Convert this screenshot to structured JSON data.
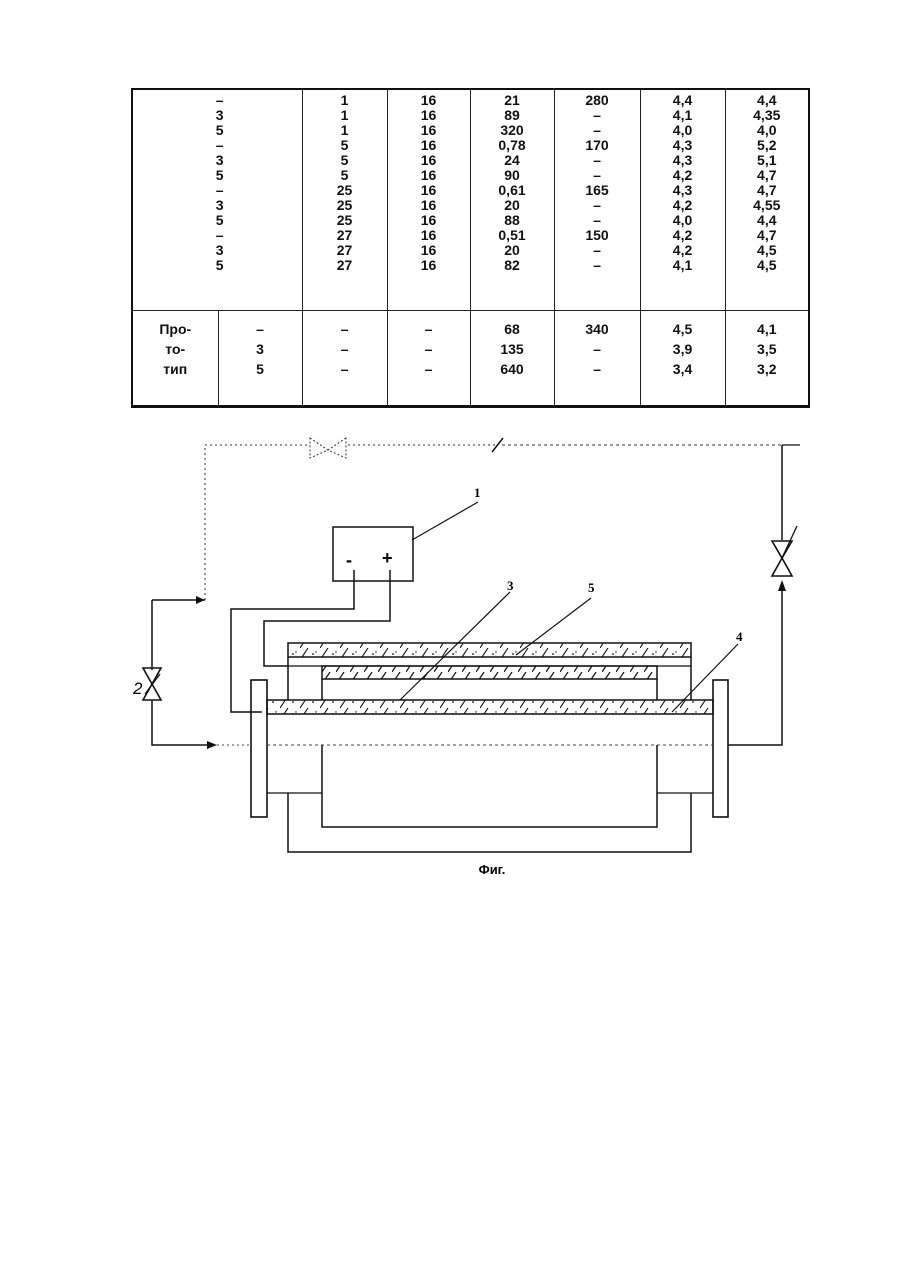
{
  "table": {
    "main_rows": [
      [
        "–",
        "1",
        "16",
        "21",
        "280",
        "4,4",
        "4,4"
      ],
      [
        "3",
        "1",
        "16",
        "89",
        "–",
        "4,1",
        "4,35"
      ],
      [
        "5",
        "1",
        "16",
        "320",
        "–",
        "4,0",
        "4,0"
      ],
      [
        "–",
        "5",
        "16",
        "0,78",
        "170",
        "4,3",
        "5,2"
      ],
      [
        "3",
        "5",
        "16",
        "24",
        "–",
        "4,3",
        "5,1"
      ],
      [
        "5",
        "5",
        "16",
        "90",
        "–",
        "4,2",
        "4,7"
      ],
      [
        "–",
        "25",
        "16",
        "0,61",
        "165",
        "4,3",
        "4,7"
      ],
      [
        "3",
        "25",
        "16",
        "20",
        "–",
        "4,2",
        "4,55"
      ],
      [
        "5",
        "25",
        "16",
        "88",
        "–",
        "4,0",
        "4,4"
      ],
      [
        "–",
        "27",
        "16",
        "0,51",
        "150",
        "4,2",
        "4,7"
      ],
      [
        "3",
        "27",
        "16",
        "20",
        "–",
        "4,2",
        "4,5"
      ],
      [
        "5",
        "27",
        "16",
        "82",
        "–",
        "4,1",
        "4,5"
      ]
    ],
    "proto_label": [
      "Про-",
      "то-",
      "тип"
    ],
    "proto_rows": [
      [
        "–",
        "–",
        "–",
        "68",
        "340",
        "4,5",
        "4,1"
      ],
      [
        "3",
        "–",
        "–",
        "135",
        "–",
        "3,9",
        "3,5"
      ],
      [
        "5",
        "–",
        "–",
        "640",
        "–",
        "3,4",
        "3,2"
      ]
    ]
  },
  "figure": {
    "labels": {
      "power_supply": "1",
      "valve_left": "2",
      "element_3": "3",
      "element_4": "4",
      "element_5": "5",
      "minus": "-",
      "plus": "+"
    },
    "caption": "Фиг."
  }
}
